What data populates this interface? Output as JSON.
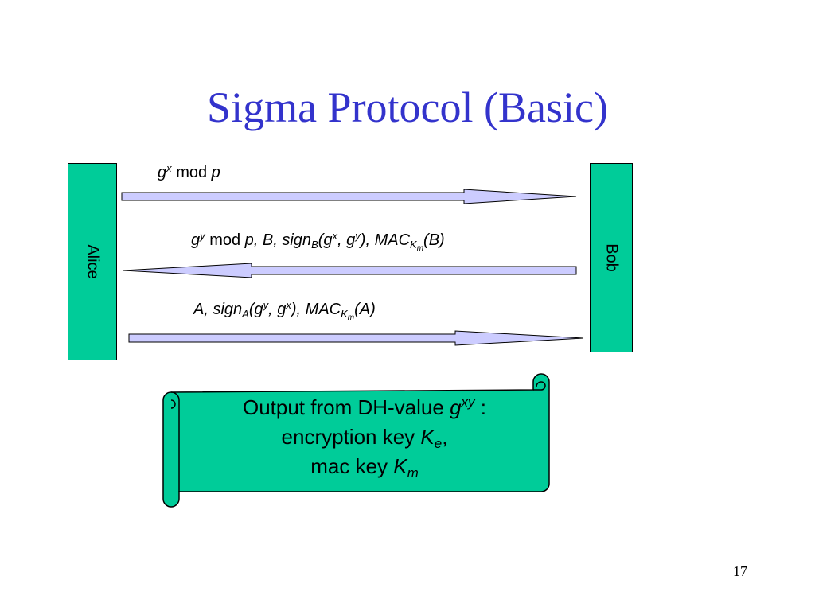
{
  "title": "Sigma Protocol (Basic)",
  "parties": {
    "left": "Alice",
    "right": "Bob"
  },
  "messages": {
    "m1": {
      "g": "g",
      "x": "x",
      "mod": "mod",
      "p": "p"
    },
    "m2": {
      "g": "g",
      "y": "y",
      "mod": "mod",
      "rest1": "p, B,",
      "sign": "sign",
      "signer": "B",
      "open": "(g",
      "x": "x",
      "comma": ", g",
      "y2": "y",
      "close": "),",
      "mac": "MAC",
      "km_k": "K",
      "km_m": "m",
      "arg": "(B)"
    },
    "m3": {
      "a": "A,",
      "sign": "sign",
      "signer": "A",
      "open": "(g",
      "y": "y",
      "comma": ", g",
      "x": "x",
      "close": "),",
      "mac": "MAC",
      "km_k": "K",
      "km_m": "m",
      "arg": "(A)"
    }
  },
  "output": {
    "line1": "Output from DH-value",
    "g": "g",
    "xy": "xy",
    "colon": ":",
    "line2": "encryption key",
    "ke_k": "K",
    "ke_e": "e",
    "ke_comma": ",",
    "line3": "mac key",
    "km_k": "K",
    "km_m": "m"
  },
  "page_number": "17",
  "colors": {
    "title": "#3333cc",
    "party_fill": "#00cc99",
    "arrow_fill": "#ccccff",
    "scroll_fill": "#00cc99",
    "outline": "#000000"
  }
}
